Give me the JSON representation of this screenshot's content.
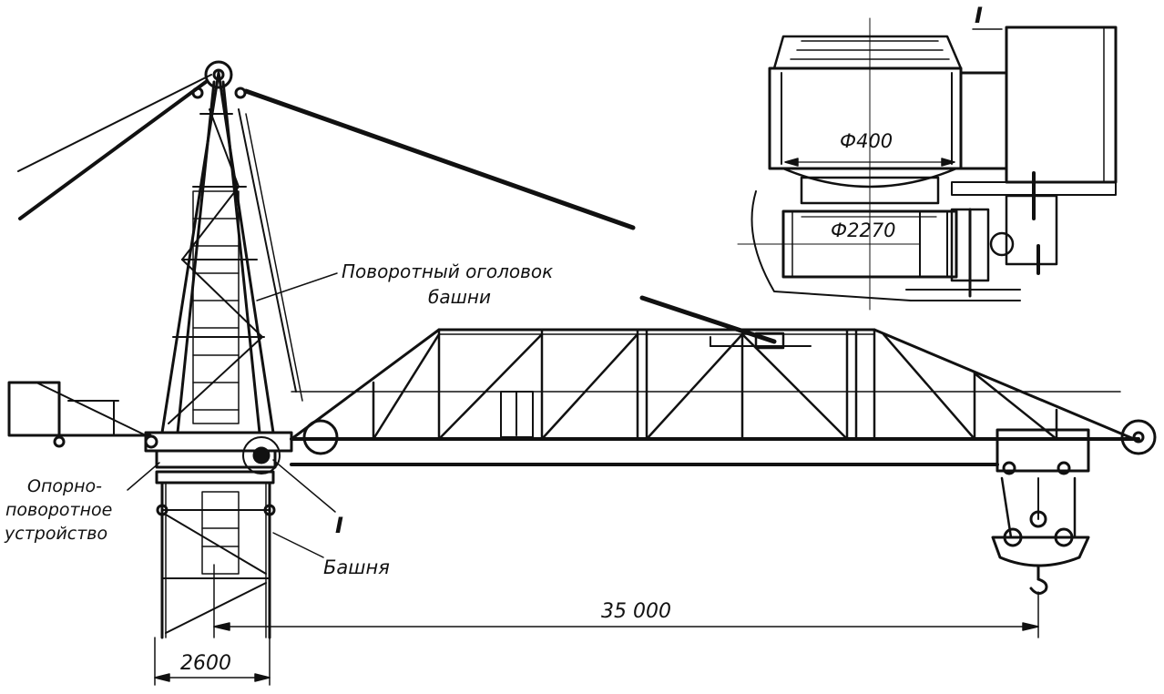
{
  "labels": {
    "turning_head_line1": "Поворотный оголовок",
    "turning_head_line2": "башни",
    "slewing_line1": "Опорно-",
    "slewing_line2": "поворотное",
    "slewing_line3": "устройство",
    "tower": "Башня",
    "detail_marker": "I",
    "detail_title": "I"
  },
  "dimensions": {
    "base_width": "2600",
    "boom_reach": "35 000",
    "ring_small": "Ф400",
    "ring_large": "Ф2270"
  }
}
